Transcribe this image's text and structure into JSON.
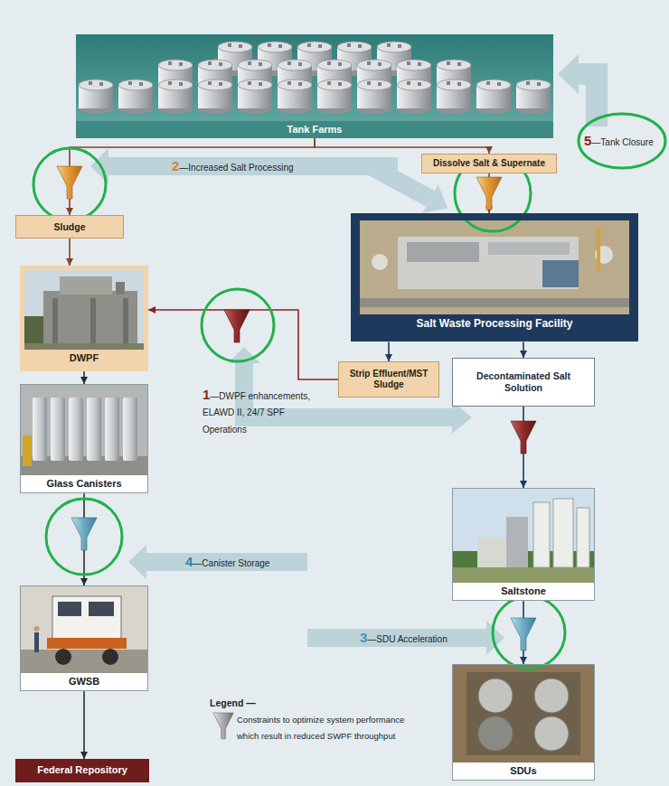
{
  "diagram": {
    "nodes": [
      {
        "text": [
          "Tank Farms"
        ]
      },
      {
        "text": [
          "Sludge"
        ]
      },
      {
        "text": [
          "Dissolve Salt & Supernate"
        ]
      },
      {
        "text": [
          "Salt Waste Processing Facility"
        ]
      },
      {
        "text": [
          "DWPF"
        ]
      },
      {
        "text": [
          "Strip Effluent/MST Sludge"
        ]
      },
      {
        "text": [
          "Decontaminated Salt Solution"
        ]
      },
      {
        "text": [
          "Glass Canisters"
        ]
      },
      {
        "text": [
          "Saltstone"
        ]
      },
      {
        "text": [
          "GWSB"
        ]
      },
      {
        "text": [
          "SDUs"
        ]
      },
      {
        "text": [
          "Federal Repository"
        ]
      }
    ],
    "edges": [
      {
        "from": 0,
        "to": 1,
        "arrow": "to"
      },
      {
        "from": 0,
        "to": 2,
        "arrow": "to"
      },
      {
        "from": 2,
        "to": 3,
        "arrow": "to"
      },
      {
        "from": 1,
        "to": 4,
        "arrow": "to"
      },
      {
        "from": 3,
        "to": 5,
        "arrow": "to"
      },
      {
        "from": 3,
        "to": 6,
        "arrow": "to"
      },
      {
        "from": 5,
        "to": 4,
        "arrow": "to"
      },
      {
        "from": 4,
        "to": 7,
        "arrow": "to"
      },
      {
        "from": 7,
        "to": 9,
        "arrow": "to"
      },
      {
        "from": 9,
        "to": 11,
        "arrow": "to"
      },
      {
        "from": 6,
        "to": 8,
        "arrow": "to"
      },
      {
        "from": 8,
        "to": 10,
        "arrow": "to"
      }
    ],
    "labels": [
      "5",
      "—Tank Closure",
      "2",
      "—Increased Salt Processing",
      "1",
      "—DWPF enhancements, ELAWD II, 24/7 SPF Operations",
      "4",
      "—Canister Storage",
      "3",
      "—SDU Acceleration",
      "Legend —"
    ],
    "legend": [
      {
        "text": "Constraints to optimize system performance which result in reduced SWPF throughput"
      }
    ]
  }
}
